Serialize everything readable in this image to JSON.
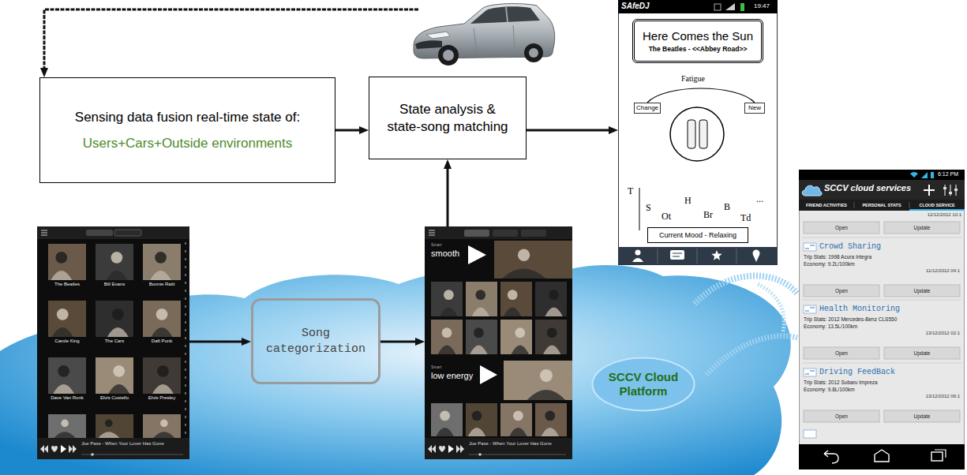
{
  "diagram": {
    "nodes": [
      {
        "text": [
          "Sensing data fusion real-time state of:",
          "Users+Cars+Outside environments"
        ]
      },
      {
        "text": [
          "State analysis & state-song matching"
        ]
      },
      {
        "text": [
          "SAfeDJ",
          "19:47"
        ]
      },
      {
        "text": [
          "Here Comes the Sun",
          "The Beatles - <<Abbey Road>>"
        ],
        "in": 2
      },
      {
        "text": [
          "Change"
        ],
        "in": 2
      },
      {
        "text": [
          "New"
        ],
        "in": 2
      },
      {
        "text": [
          "Current Mood - Relaxing"
        ],
        "in": 2
      },
      {
        "text": [
          "The Beatles",
          "Bill Evans",
          "Bonnie Raitt",
          "Carole King",
          "The Cars",
          "Daft Punk",
          "Dave Van Ronk",
          "Elvis Costello",
          "Elvis Presley",
          "Joe Pass - When Your Lover Has Gone"
        ]
      },
      {
        "text": [
          "Song categorization"
        ]
      },
      {
        "text": [
          "Smart",
          "smooth",
          "Smart",
          "low energy",
          "Joe Pass - When Your Lover Has Gone"
        ]
      },
      {
        "text": [
          "SCCV Cloud Platform"
        ]
      },
      {
        "text": [
          "SCCV cloud services"
        ]
      }
    ],
    "edges": [
      {
        "from": 0,
        "to": 1,
        "arrow": "to"
      },
      {
        "from": 1,
        "to": 2,
        "arrow": "to"
      },
      {
        "from": 9,
        "to": 1,
        "arrow": "to"
      },
      {
        "from": 7,
        "to": 8,
        "arrow": "to"
      },
      {
        "from": 8,
        "to": 9,
        "arrow": "to"
      }
    ],
    "labels": [
      "Fatigue",
      "T",
      "S",
      "Ot",
      "H",
      "Br",
      "B",
      "Td",
      "...",
      "6:12 PM",
      "FRIEND ACTIVITIES",
      "PERSONAL STATS",
      "CLOUD SERVICE",
      "12/12/2012 10:1",
      "Open",
      "Update",
      "Crowd Sharing",
      "Trip Stats: 1998 Acura Integra",
      "Economy: 9.2L/100km",
      "11/12/2012 04:1",
      "Open",
      "Update",
      "Health Monitoring",
      "Trip Stats: 2012 Mercedes-Benz CLS550",
      "Economy: 13.5L/100km",
      "13/12/2012 02:1",
      "Open",
      "Update",
      "Driving FeedBack",
      "Trip Stats: 2012 Subaru Impreza",
      "Economy: 9.8L/100km",
      "13/12/2012 06:1",
      "Open",
      "Update"
    ]
  }
}
